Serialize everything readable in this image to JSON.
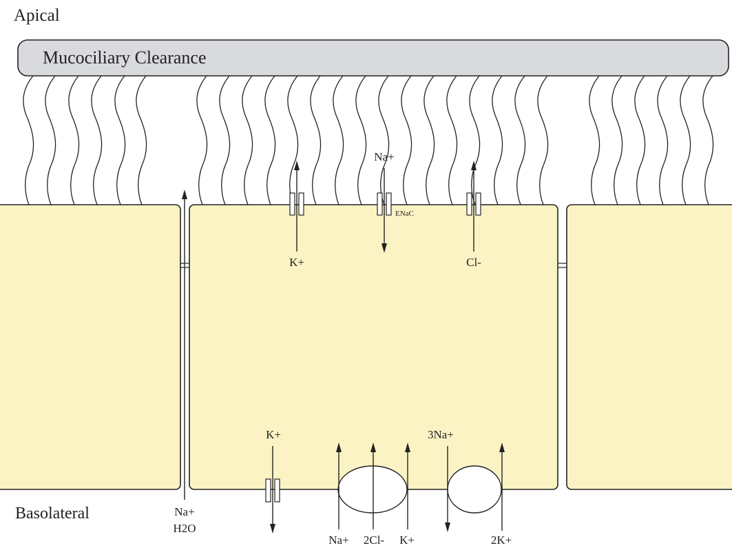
{
  "labels": {
    "apical": "Apical",
    "basolateral": "Basolateral",
    "mucociliary": "Mucociliary Clearance",
    "paracellular_na": "Na+",
    "paracellular_h2o": "H2O",
    "apical_k": "K+",
    "apical_na": "Na+",
    "enac": "ENaC",
    "apical_cl": "Cl-",
    "baso_k_channel": "K+",
    "nkcc_na": "Na+",
    "nkcc_cl": "2Cl-",
    "nkcc_k": "K+",
    "pump_na": "3Na+",
    "pump_k": "2K+"
  },
  "colors": {
    "cell_fill": "#fcf3c4",
    "banner_fill": "#d9dadd",
    "line": "#222222"
  }
}
